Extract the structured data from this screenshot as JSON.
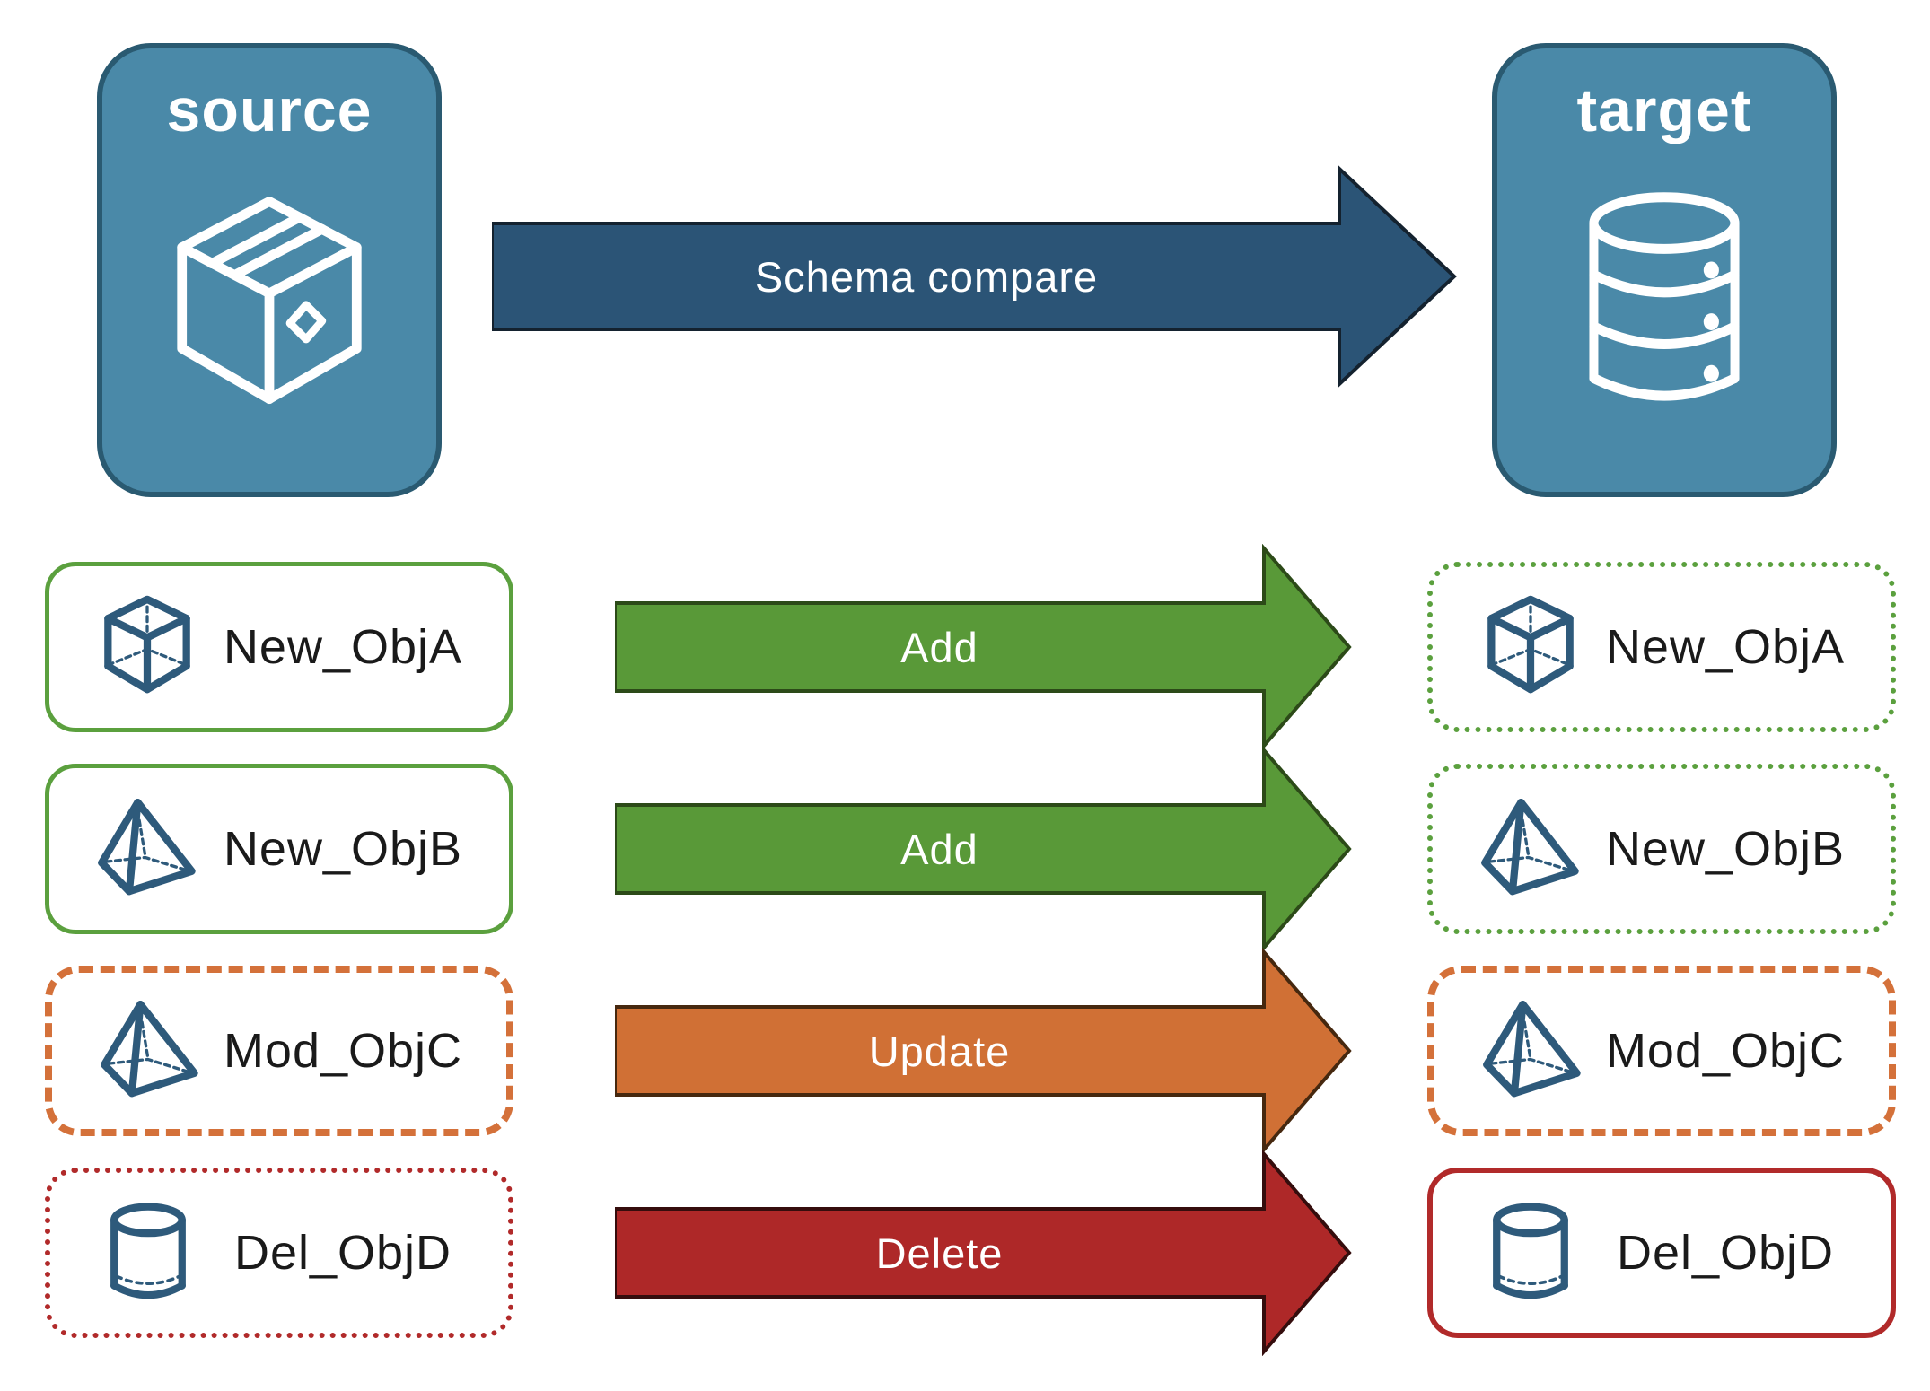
{
  "source_node": {
    "title": "source",
    "icon": "package-icon"
  },
  "target_node": {
    "title": "target",
    "icon": "database-icon"
  },
  "compare_arrow": {
    "label": "Schema compare",
    "fill": "#2B5476",
    "stroke": "#14222F"
  },
  "rows": [
    {
      "source": {
        "label": "New_ObjA",
        "icon": "cube-icon",
        "border_style": "solid",
        "border_color": "#5BA03E"
      },
      "arrow": {
        "label": "Add",
        "fill": "#599938",
        "stroke": "#2C4A18"
      },
      "target": {
        "label": "New_ObjA",
        "icon": "cube-icon",
        "border_style": "dotted",
        "border_color": "#5BA03E"
      }
    },
    {
      "source": {
        "label": "New_ObjB",
        "icon": "pyramid-icon",
        "border_style": "solid",
        "border_color": "#5BA03E"
      },
      "arrow": {
        "label": "Add",
        "fill": "#599938",
        "stroke": "#2C4A18"
      },
      "target": {
        "label": "New_ObjB",
        "icon": "pyramid-icon",
        "border_style": "dotted",
        "border_color": "#5BA03E"
      }
    },
    {
      "source": {
        "label": "Mod_ObjC",
        "icon": "pyramid-icon",
        "border_style": "dashed",
        "border_color": "#D4713A"
      },
      "arrow": {
        "label": "Update",
        "fill": "#D07035",
        "stroke": "#46280F"
      },
      "target": {
        "label": "Mod_ObjC",
        "icon": "pyramid-icon",
        "border_style": "dashed",
        "border_color": "#D4713A"
      }
    },
    {
      "source": {
        "label": "Del_ObjD",
        "icon": "cylinder-icon",
        "border_style": "dotted",
        "border_color": "#B12A2A"
      },
      "arrow": {
        "label": "Delete",
        "fill": "#AE2828",
        "stroke": "#350D0D"
      },
      "target": {
        "label": "Del_ObjD",
        "icon": "cylinder-icon",
        "border_style": "solid",
        "border_color": "#B12A2A"
      }
    }
  ],
  "colors": {
    "node_fill": "#4A89A8",
    "node_border": "#2A5A71",
    "icon_blue": "#2E5A7B",
    "green": "#5BA03E",
    "orange": "#D4713A",
    "red": "#B12A2A",
    "label_text": "#1A1A1A",
    "arrow_text": "#FFFFFF"
  }
}
